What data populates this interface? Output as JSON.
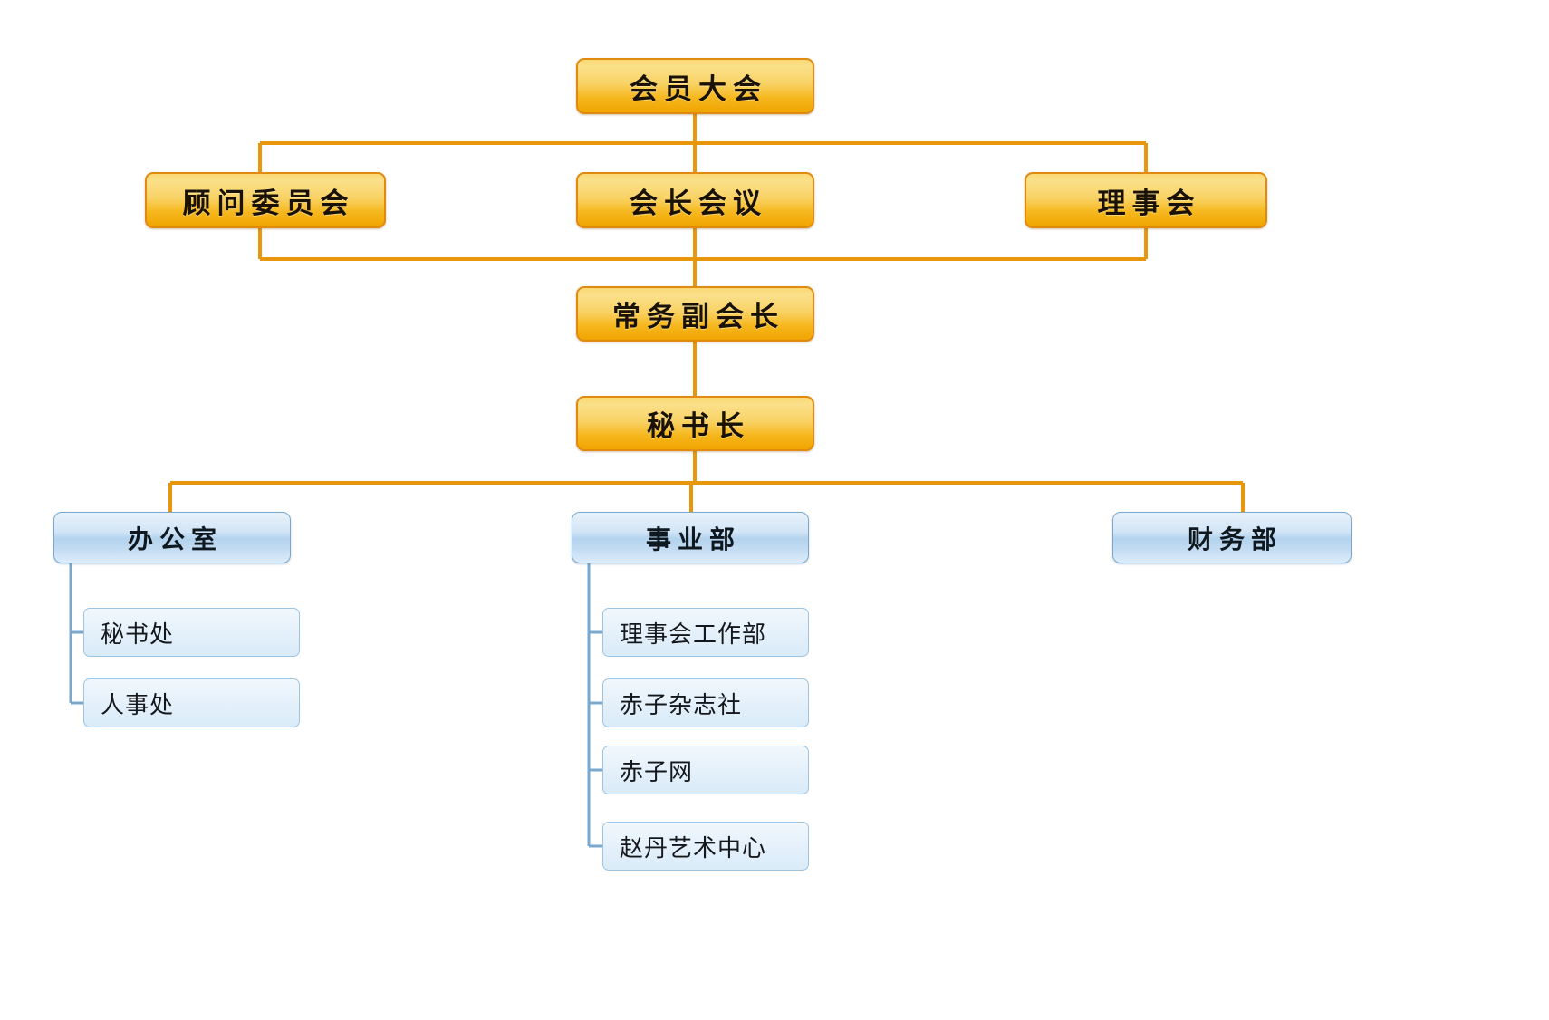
{
  "chart_data": {
    "type": "diagram",
    "diagram_kind": "organizational-chart",
    "title": "",
    "orientation": "top-down",
    "levels": 5,
    "colors": {
      "gold_fill_top": "#fbd976",
      "gold_fill_bottom": "#f0a400",
      "gold_border": "#e08a10",
      "blue_dept_fill_top": "#e8f2fa",
      "blue_dept_fill_bottom": "#dcecfa",
      "blue_dept_border": "#7aa8cd",
      "blue_leaf_fill": "#e6f1fb",
      "blue_leaf_border": "#9dc4e2",
      "connector_orange": "#e8960c",
      "connector_blue": "#7aa8cd",
      "background": "#ffffff"
    }
  },
  "nodes": {
    "assembly": {
      "label": "会员大会"
    },
    "advisory_committee": {
      "label": "顾问委员会"
    },
    "president_meeting": {
      "label": "会长会议"
    },
    "board_of_directors": {
      "label": "理事会"
    },
    "executive_vice_president": {
      "label": "常务副会长"
    },
    "secretary_general": {
      "label": "秘书长"
    },
    "office": {
      "label": "办公室"
    },
    "business_division": {
      "label": "事业部"
    },
    "finance_department": {
      "label": "财务部"
    }
  },
  "office_children": [
    {
      "label": "秘书处"
    },
    {
      "label": "人事处"
    }
  ],
  "business_children": [
    {
      "label": "理事会工作部"
    },
    {
      "label": "赤子杂志社"
    },
    {
      "label": "赤子网"
    },
    {
      "label": "赵丹艺术中心"
    }
  ]
}
